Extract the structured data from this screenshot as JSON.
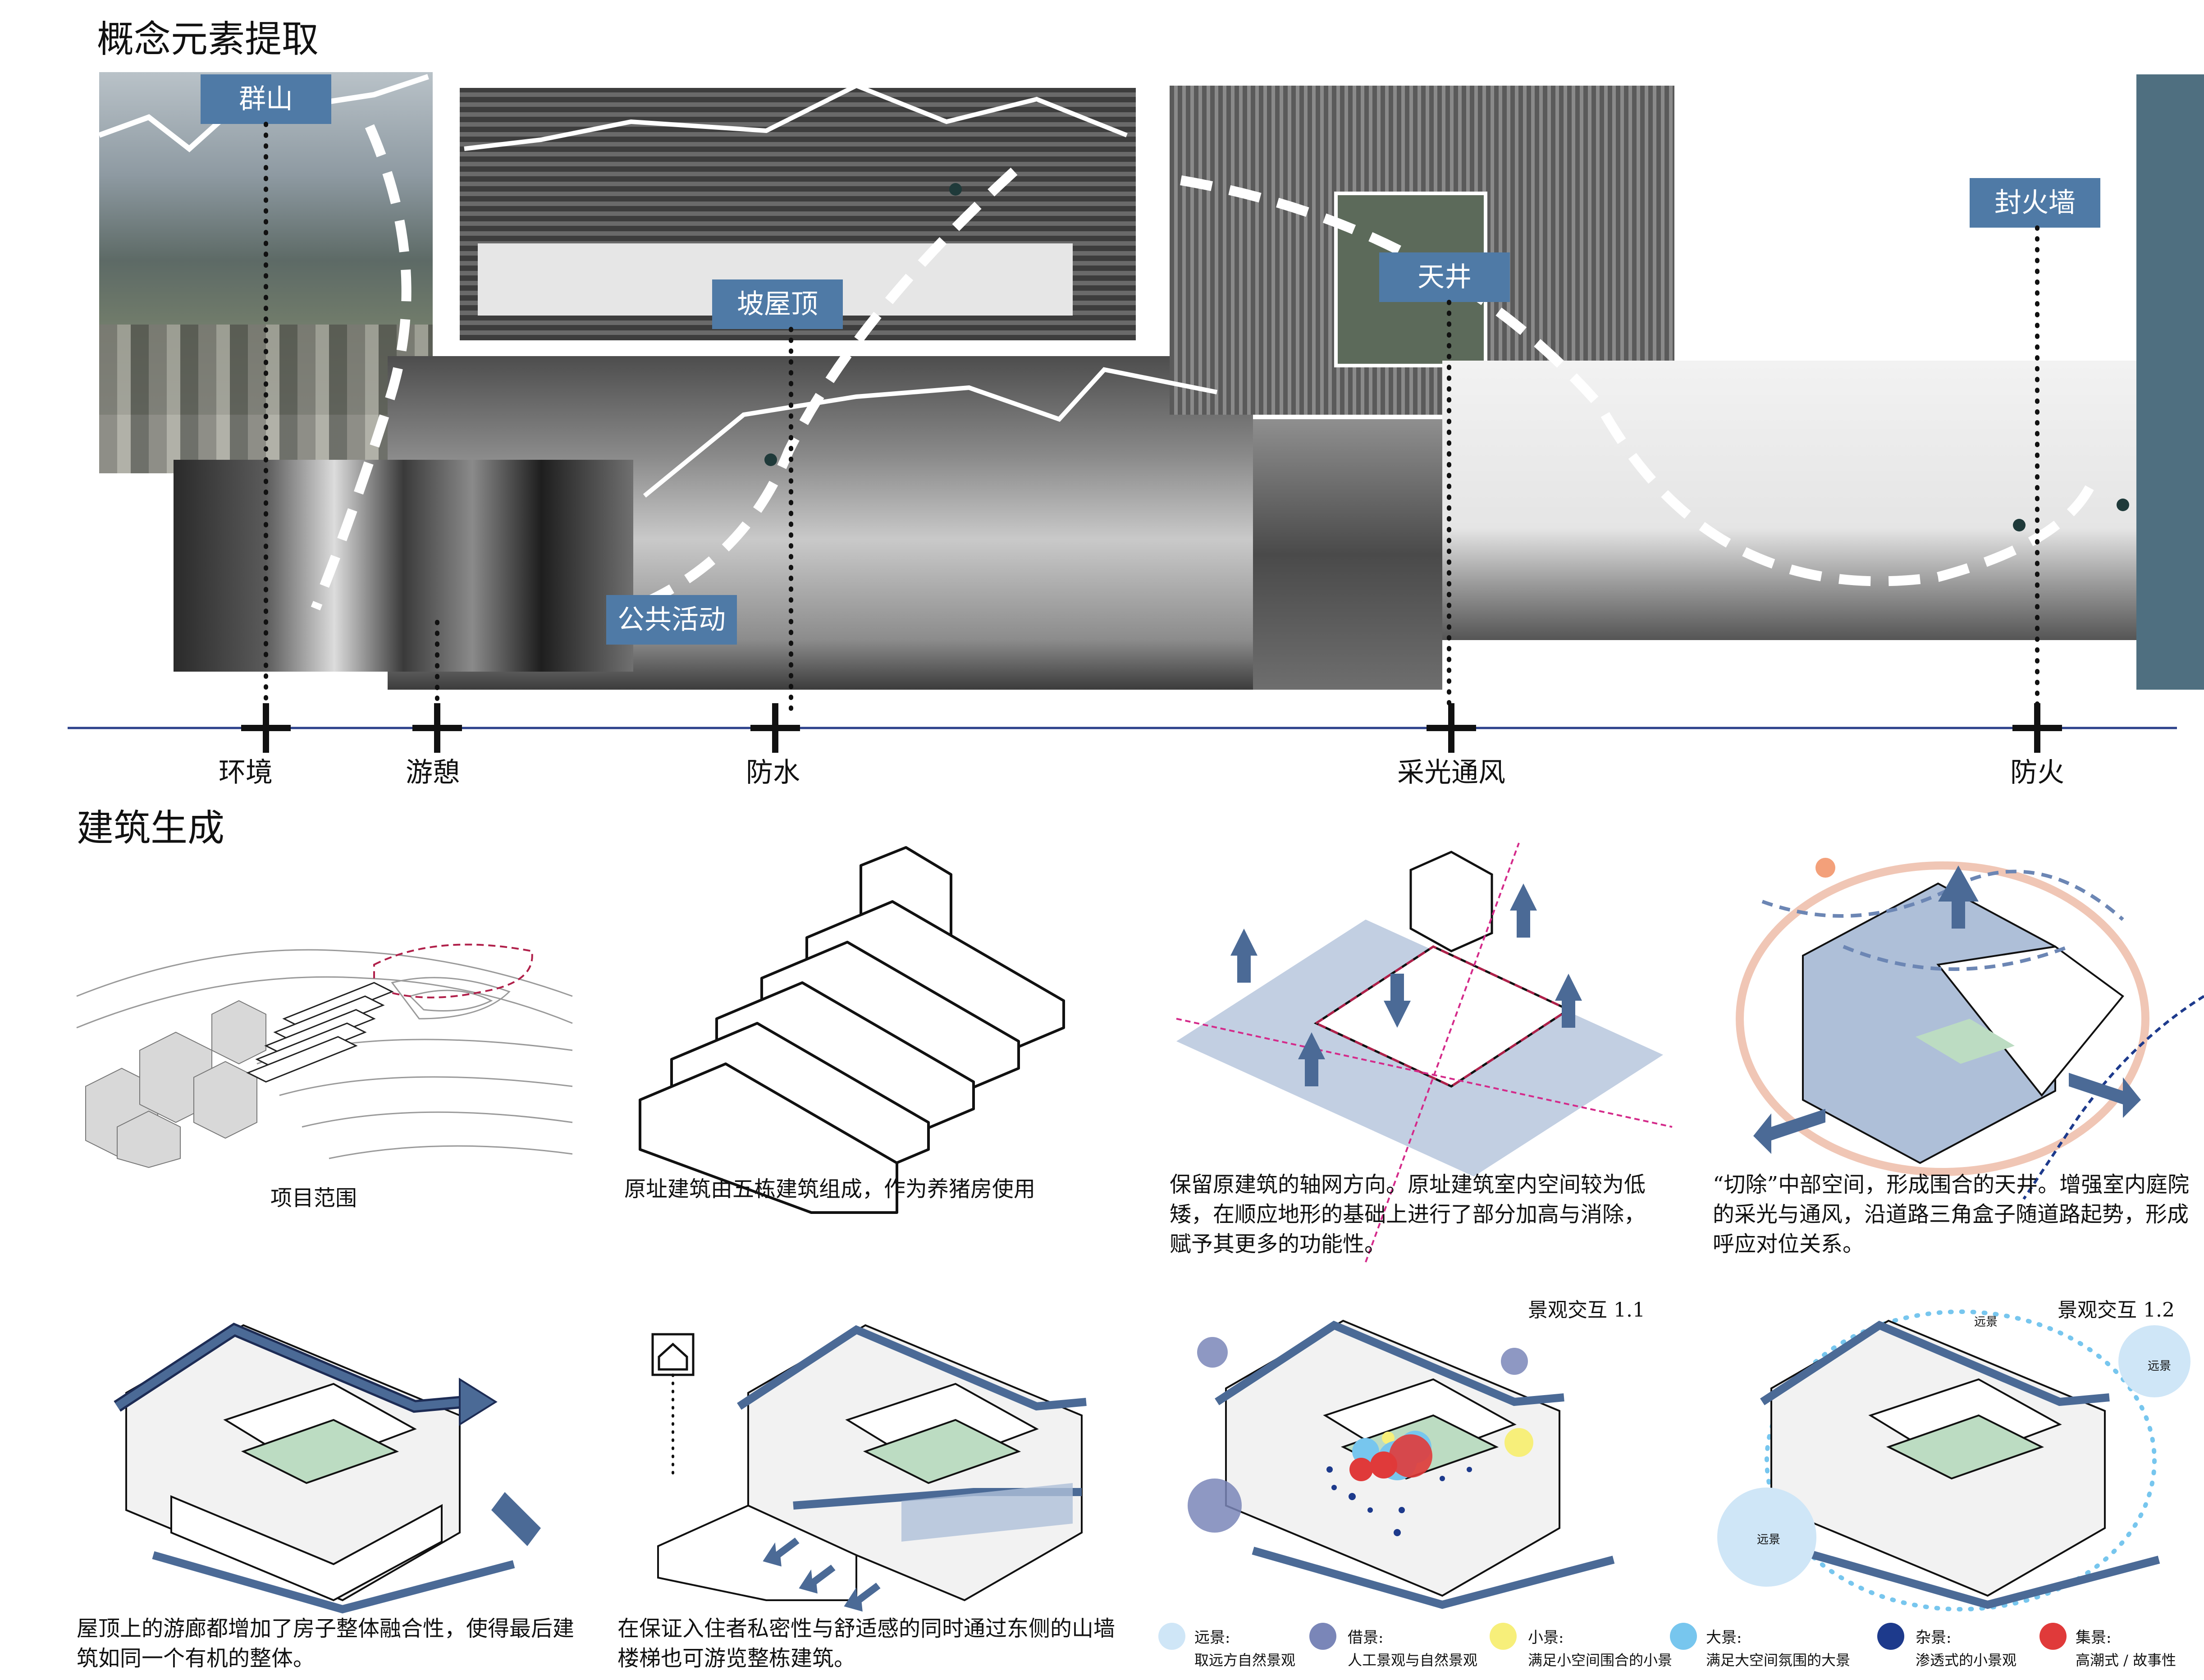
{
  "sections": {
    "extraction_title": "概念元素提取",
    "generation_title": "建筑生成"
  },
  "tags": {
    "mountains": "群山",
    "slope_roof": "坡屋顶",
    "public_activity": "公共活动",
    "courtyard": "天井",
    "firewall": "封火墙"
  },
  "timeline": {
    "labels": [
      "环境",
      "游憩",
      "防水",
      "采光通风",
      "防火"
    ]
  },
  "captions": {
    "c1": "项目范围",
    "c2": "原址建筑由五栋建筑组成，作为养猪房使用",
    "c3": "保留原建筑的轴网方向。原址建筑室内空间较为低矮，在顺应地形的基础上进行了部分加高与消除，赋予其更多的功能性。",
    "c4": "“切除”中部空间，形成围合的天井。增强室内庭院的采光与通风，沿道路三角盒子随道路起势，形成呼应对位关系。",
    "c5": "屋顶上的游廊都增加了房子整体融合性，使得最后建筑如同一个有机的整体。",
    "c6": "在保证入住者私密性与舒适感的同时通过东侧的山墙楼梯也可游览整栋建筑。"
  },
  "landscape_titles": {
    "t1": "景观交互 1.1",
    "t2": "景观交互 1.2"
  },
  "bubble_labels": {
    "far_top": "远景",
    "far_right": "远景",
    "far_left": "远景"
  },
  "legend": [
    {
      "title": "远景:",
      "desc": "取远方自然景观",
      "color": "#cfe6f7"
    },
    {
      "title": "借景:",
      "desc": "人工景观与自然景观",
      "color": "#7a86b8"
    },
    {
      "title": "小景:",
      "desc": "满足小空间围合的小景",
      "color": "#f7ef7a"
    },
    {
      "title": "大景:",
      "desc": "满足大空间氛围的大景",
      "color": "#77c6ee"
    },
    {
      "title": "杂景:",
      "desc": "渗透式的小景观",
      "color": "#1d3a8c"
    },
    {
      "title": "集景:",
      "desc": "高潮式 / 故事性",
      "color": "#e03a3a"
    }
  ],
  "colors": {
    "accent_blue": "#4f7aa6",
    "side_panel": "#4f6f80",
    "timeline_line": "#2a3f8a",
    "diagram_blue": "#aebfd8",
    "diagram_dark": "#4b6a96",
    "magenta": "#d42a8a"
  }
}
